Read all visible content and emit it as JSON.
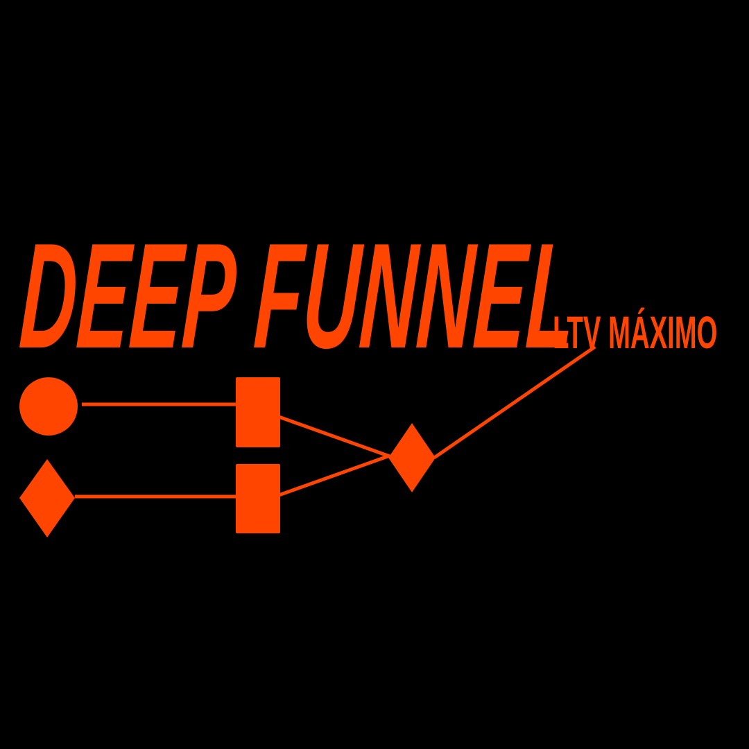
{
  "title": "DEEP FUNNEL",
  "subtitle": "LTV MÁXIMO",
  "colors": {
    "background": "#000000",
    "accent": "#FF4500"
  },
  "diagram": {
    "nodes": [
      {
        "id": "input-1",
        "shape": "circle"
      },
      {
        "id": "input-2",
        "shape": "diamond"
      },
      {
        "id": "stage-1",
        "shape": "rectangle"
      },
      {
        "id": "stage-2",
        "shape": "rectangle"
      },
      {
        "id": "merge",
        "shape": "diamond"
      }
    ],
    "edges": [
      {
        "from": "input-1",
        "to": "stage-1"
      },
      {
        "from": "input-2",
        "to": "stage-2"
      },
      {
        "from": "stage-1",
        "to": "merge"
      },
      {
        "from": "stage-2",
        "to": "merge"
      },
      {
        "from": "merge",
        "to": "subtitle"
      }
    ]
  }
}
